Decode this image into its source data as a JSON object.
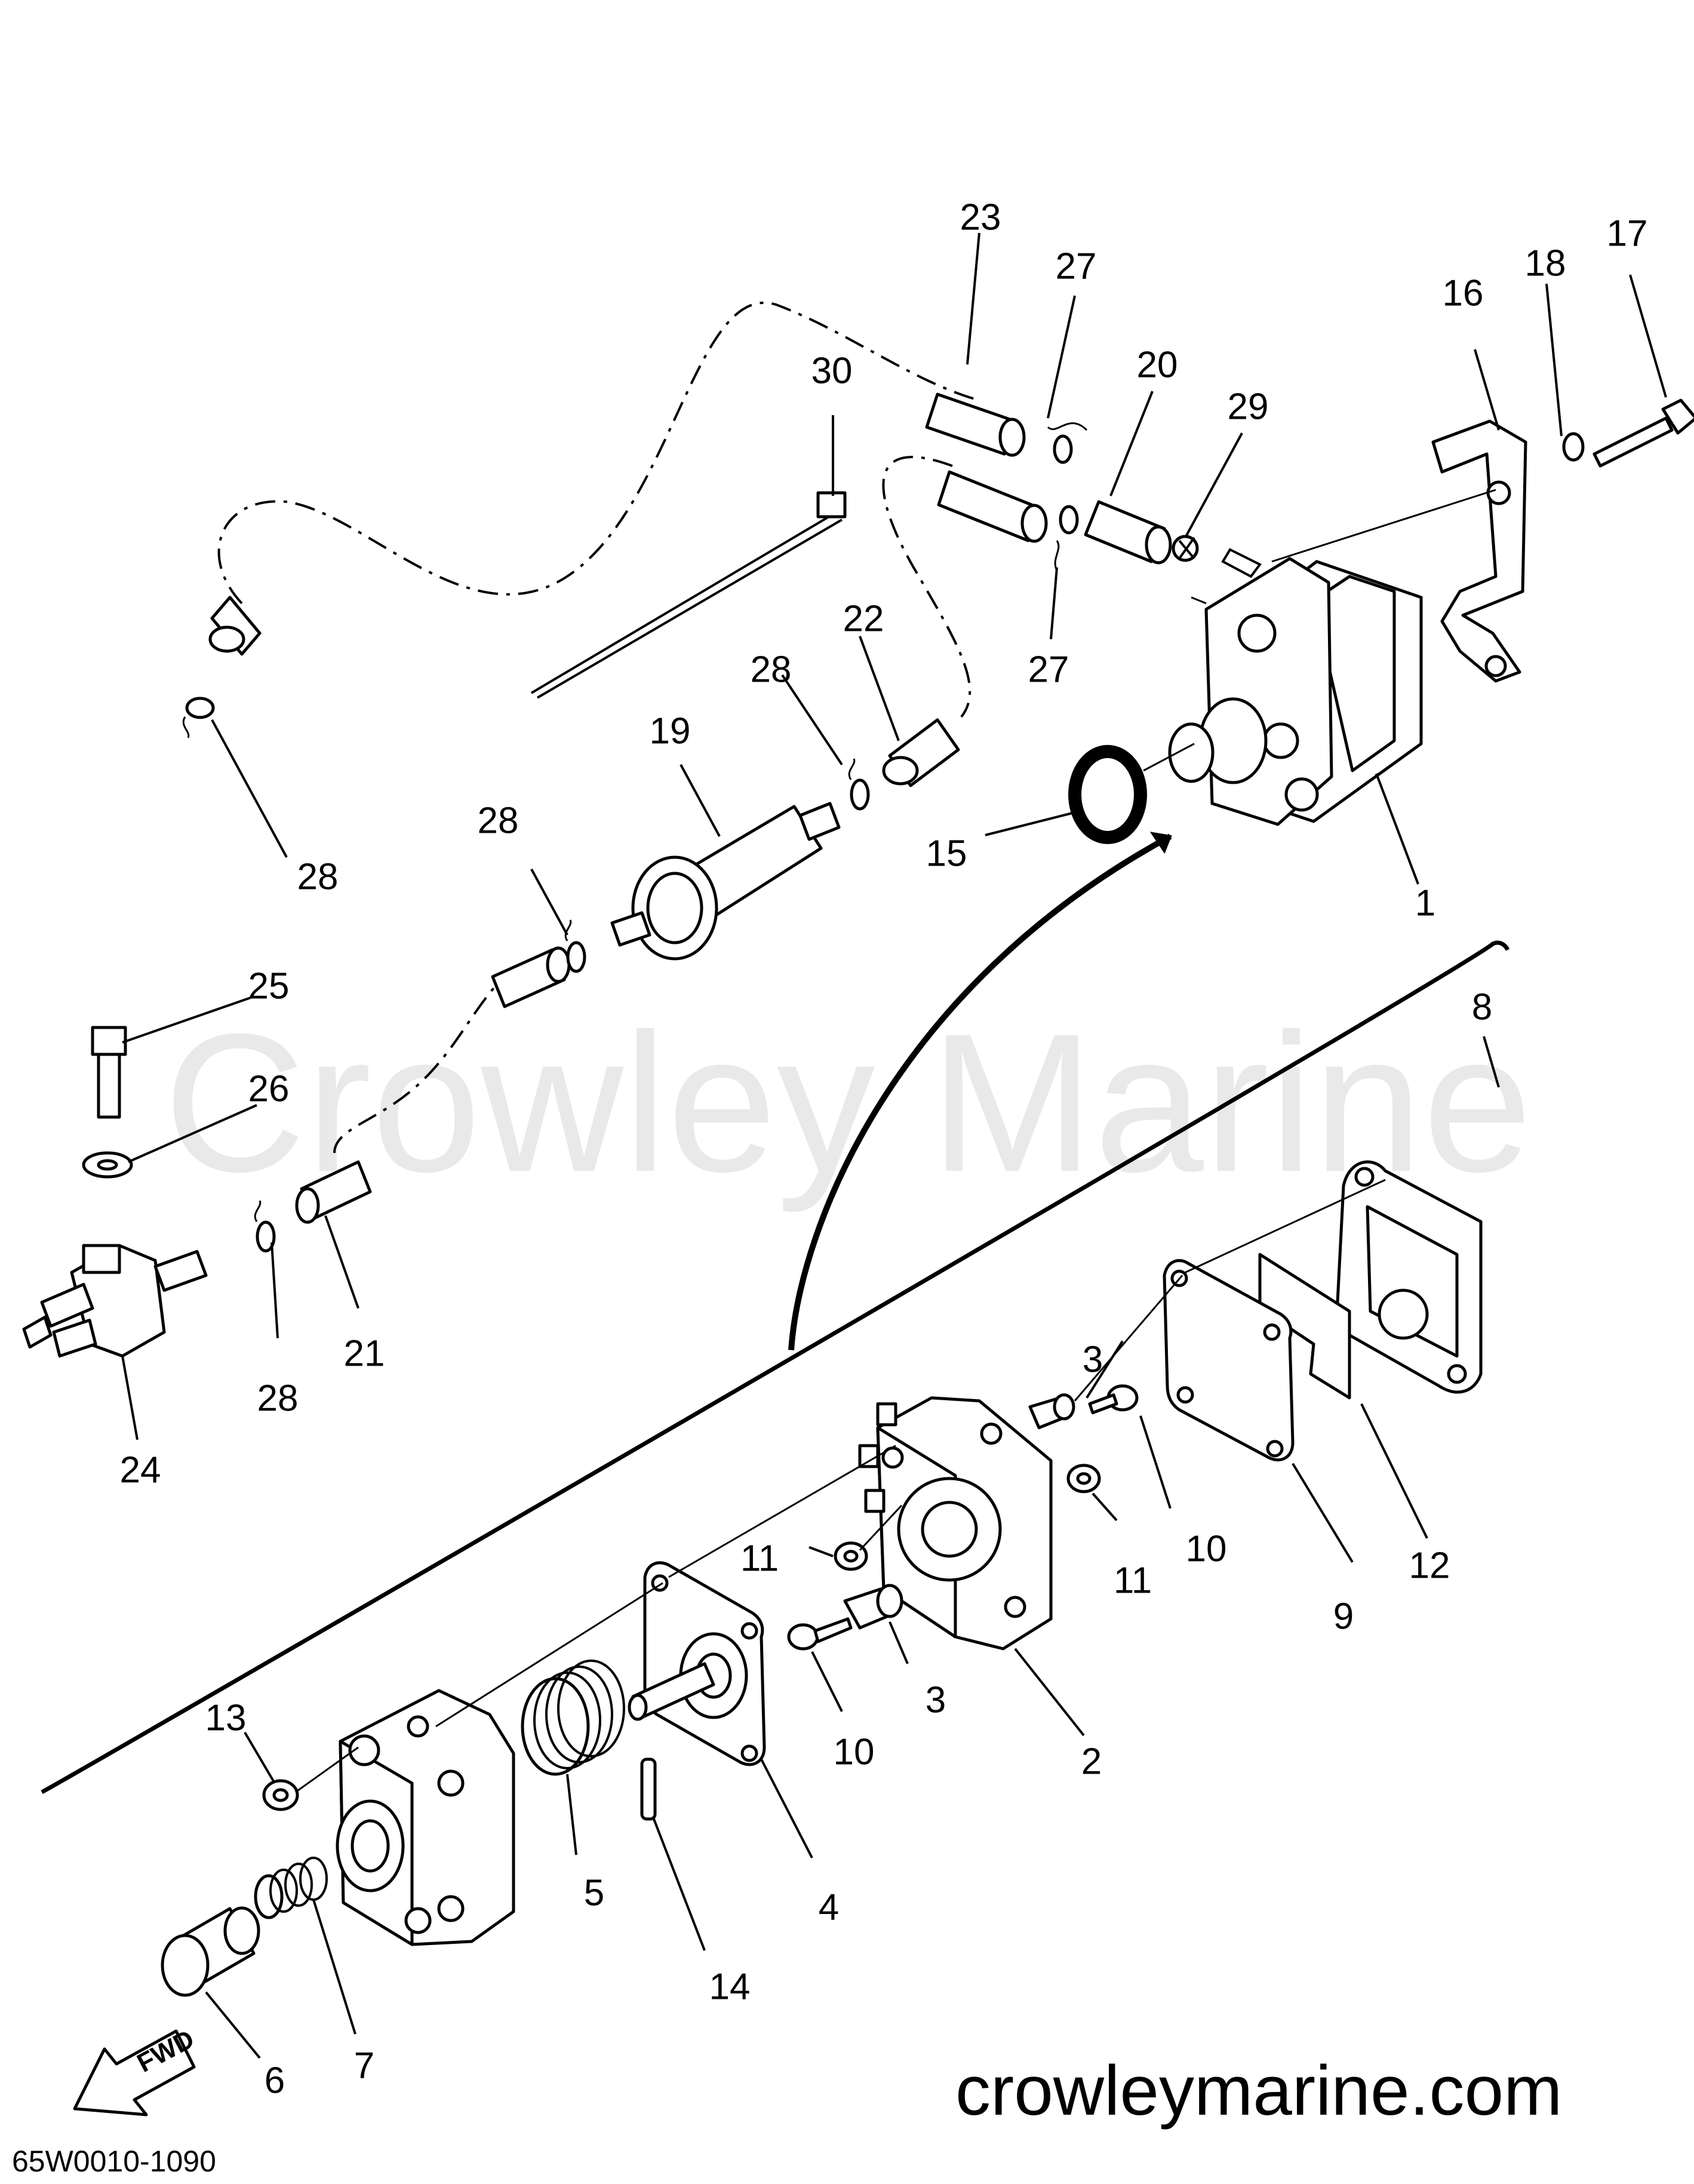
{
  "watermark": "Crowley Marine",
  "website": "crowleymarine.com",
  "diagram_code": "65W0010-1090",
  "fwd_label": "FWD",
  "part_numbers": [
    "1",
    "2",
    "3",
    "3",
    "4",
    "5",
    "6",
    "7",
    "8",
    "9",
    "10",
    "10",
    "11",
    "11",
    "12",
    "13",
    "14",
    "15",
    "16",
    "17",
    "18",
    "19",
    "20",
    "21",
    "22",
    "23",
    "24",
    "25",
    "26",
    "27",
    "27",
    "28",
    "28",
    "28",
    "28",
    "29",
    "30"
  ]
}
